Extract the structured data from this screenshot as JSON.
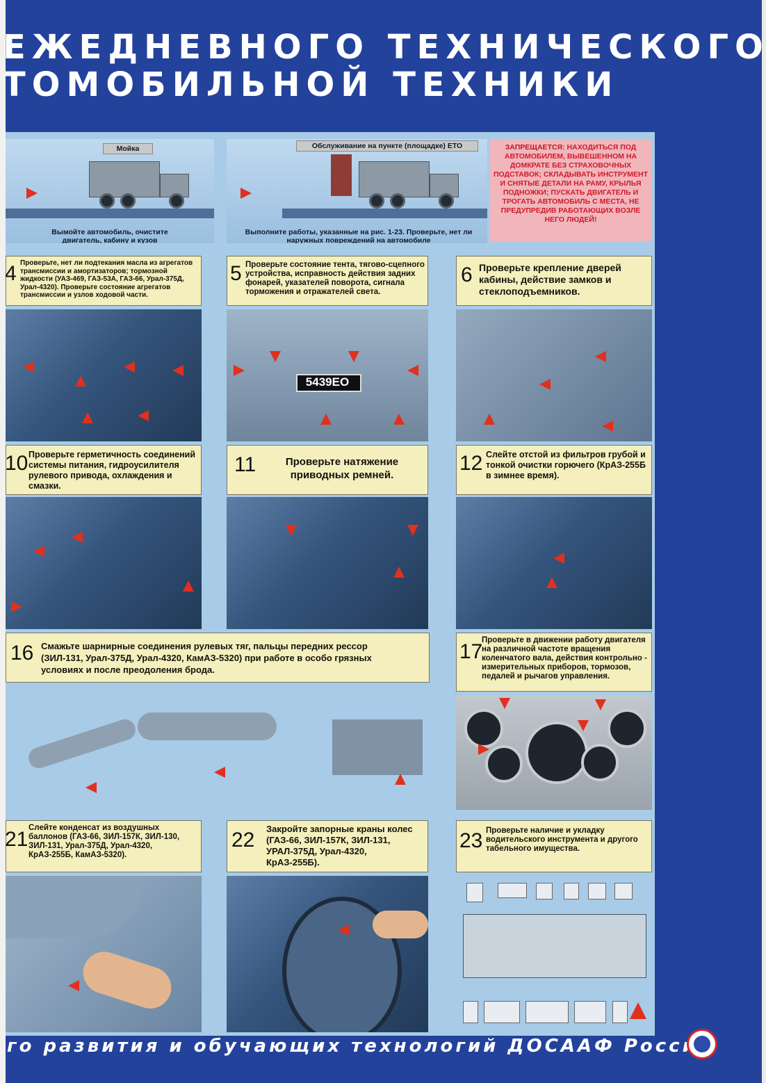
{
  "header": {
    "title_line1": "ЕЖЕДНЕВНОГО ТЕХНИЧЕСКОГО",
    "title_line2": "ТОМОБИЛЬНОЙ ТЕХНИКИ"
  },
  "top_scenes": {
    "wash_tag": "Мойка",
    "wash_caption": "Вымойте автомобиль, очистите двигатель, кабину и кузов",
    "eto_tag": "Обслуживание на пункте (площадке) ЕТО",
    "eto_caption": "Выполните работы, указанные на рис. 1-23. Проверьте, нет ли наружных повреждений на автомобиле"
  },
  "warning": {
    "heading": "ЗАПРЕЩАЕТСЯ:",
    "text": "НАХОДИТЬСЯ ПОД АВТОМОБИЛЕМ, ВЫВЕШЕННОМ НА ДОМКРАТЕ БЕЗ СТРАХОВОЧНЫХ ПОДСТАВОК; СКЛАДЫВАТЬ ИНСТРУМЕНТ И СНЯТЫЕ ДЕТАЛИ НА РАМУ, КРЫЛЬЯ ПОДНОЖКИ; ПУСКАТЬ ДВИГАТЕЛЬ И ТРОГАТЬ АВТОМОБИЛЬ С МЕСТА, НЕ ПРЕДУПРЕДИВ РАБОТАЮЩИХ ВОЗЛЕ НЕГО ЛЮДЕЙ!"
  },
  "steps": [
    {
      "num": "4",
      "text": "Проверьте, нет ли подтекания масла из агрегатов трансмиссии и амортизаторов; тормозной жидкости (УАЗ-469, ГАЗ-53А, ГАЗ-66, Урал-375Д, Урал-4320). Проверьте состояние агрегатов трансмиссии и узлов ходовой части."
    },
    {
      "num": "5",
      "text": "Проверьте состояние тента, тягово-сцепного устройства, исправность действия задних фонарей, указателей поворота, сигнала торможения и отражателей света."
    },
    {
      "num": "6",
      "text": "Проверьте крепление дверей кабины, действие замков и стеклоподъемников."
    },
    {
      "num": "10",
      "text": "Проверьте герметичность соединений системы питания, гидроусилителя рулевого привода, охлаждения и смазки."
    },
    {
      "num": "11",
      "text": "Проверьте натяжение приводных ремней."
    },
    {
      "num": "12",
      "text": "Слейте отстой из фильтров грубой и тонкой очистки горючего (КрАЗ-255Б в зимнее время)."
    },
    {
      "num": "16",
      "text": "Смажьте шарнирные соединения рулевых тяг, пальцы передних рессор (ЗИЛ-131, Урал-375Д, Урал-4320, КамАЗ-5320) при работе в особо грязных условиях и после преодоления брода."
    },
    {
      "num": "17",
      "text": "Проверьте в движении работу двигателя на различной частоте вращения коленчатого вала, действия контрольно - измерительных приборов, тормозов, педалей и рычагов управления."
    },
    {
      "num": "21",
      "text": "Слейте конденсат из воздушных баллонов (ГАЗ-66, ЗИЛ-157К, ЗИЛ-130, ЗИЛ-131, Урал-375Д, Урал-4320, КрАЗ-255Б, КамАЗ-5320)."
    },
    {
      "num": "22",
      "text": "Закройте запорные краны колес (ГАЗ-66, ЗИЛ-157К, ЗИЛ-131, УРАЛ-375Д, Урал-4320, КрАЗ-255Б)."
    },
    {
      "num": "23",
      "text": "Проверьте наличие и укладку водительского инструмента и другого табельного имущества."
    }
  ],
  "plate": "5439ЕО",
  "footer": {
    "text": "го развития и обучающих технологий ДОСААФ России"
  },
  "colors": {
    "poster_blue": "#23429c",
    "panel_blue": "#a8cbe8",
    "caption_yellow": "#f4efbc",
    "warning_pink": "#f0b6bc",
    "warning_red": "#d11a2a",
    "arrow_red": "#e0301e"
  }
}
